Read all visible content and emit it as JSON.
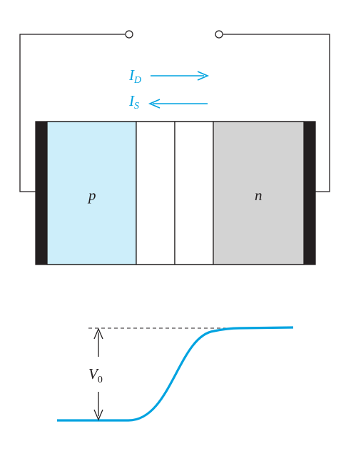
{
  "diagram": {
    "current_drift": {
      "symbol": "I",
      "subscript": "D"
    },
    "current_diffusion": {
      "symbol": "I",
      "subscript": "S"
    },
    "region_p_label": "p",
    "region_n_label": "n",
    "barrier_voltage": {
      "symbol": "V",
      "subscript": "0"
    }
  },
  "colors": {
    "accent": "#00a3e0",
    "p_region": "#cdeefa",
    "n_region": "#d3d3d3",
    "contact": "#231f20",
    "wire": "#231f20"
  }
}
